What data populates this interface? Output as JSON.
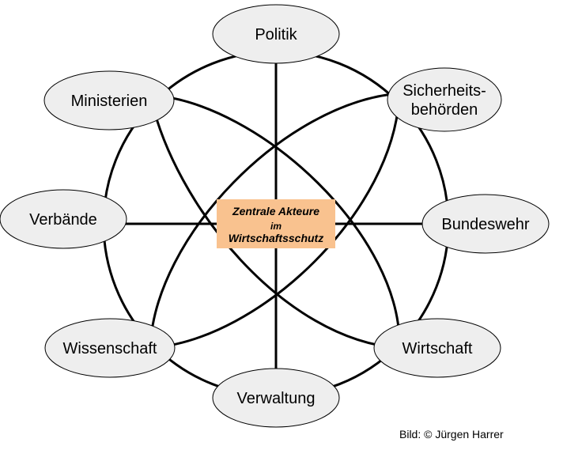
{
  "center": {
    "line1": "Zentrale Akteure",
    "line2": "im",
    "line3": "Wirtschaftsschutz",
    "fill": "#f9c28f"
  },
  "nodes": [
    {
      "id": "politik",
      "lines": [
        "Politik"
      ]
    },
    {
      "id": "sicherheitsbehoerden",
      "lines": [
        "Sicherheits-",
        "behörden"
      ]
    },
    {
      "id": "bundeswehr",
      "lines": [
        "Bundeswehr"
      ]
    },
    {
      "id": "wirtschaft",
      "lines": [
        "Wirtschaft"
      ]
    },
    {
      "id": "verwaltung",
      "lines": [
        "Verwaltung"
      ]
    },
    {
      "id": "wissenschaft",
      "lines": [
        "Wissenschaft"
      ]
    },
    {
      "id": "verbaende",
      "lines": [
        "Verbände"
      ]
    },
    {
      "id": "ministerien",
      "lines": [
        "Ministerien"
      ]
    }
  ],
  "credit": "Bild: © Jürgen Harrer",
  "colors": {
    "node_fill": "#eeeeee",
    "stroke": "#000000"
  }
}
